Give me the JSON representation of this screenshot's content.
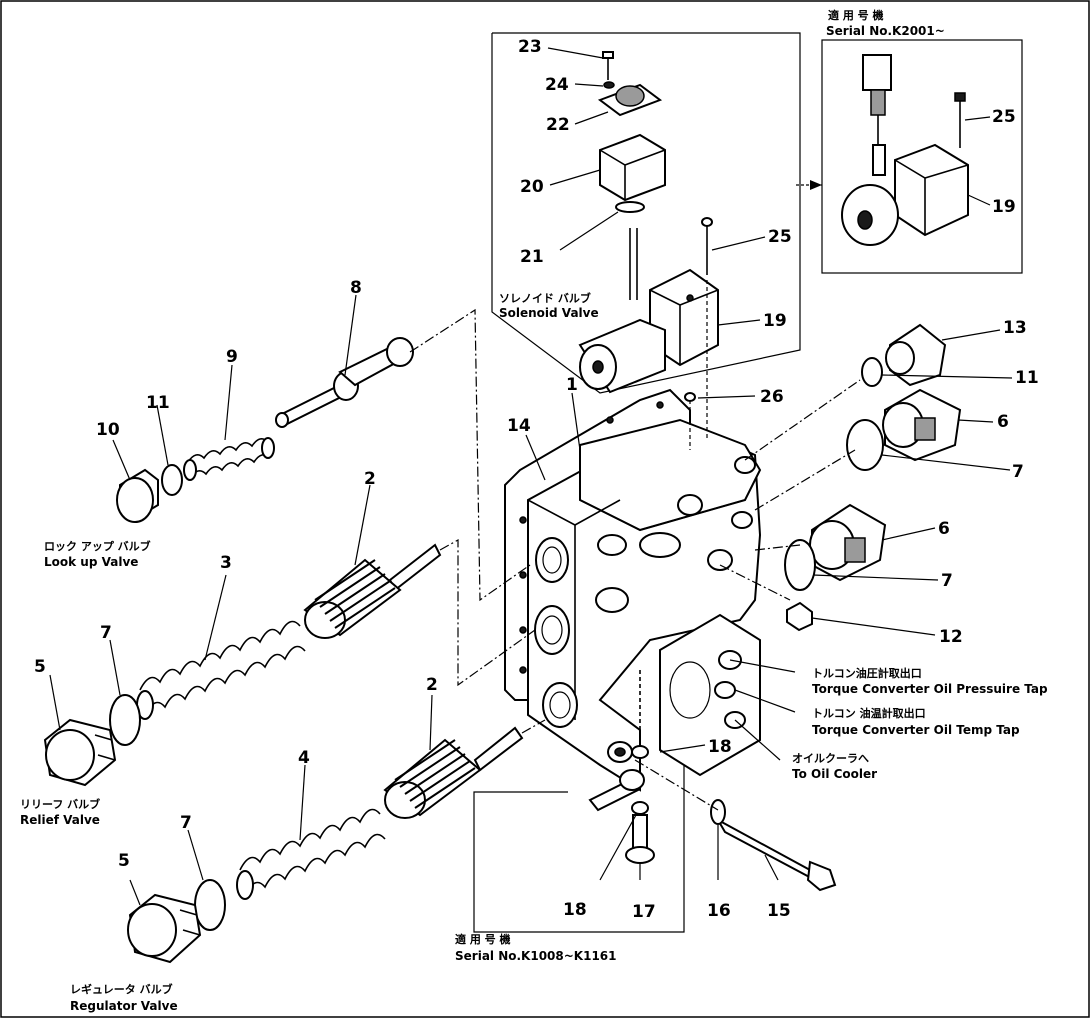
{
  "callouts": {
    "c23": "23",
    "c24": "24",
    "c22": "22",
    "c20": "20",
    "c21": "21",
    "c25a": "25",
    "c19a": "19",
    "c25b": "25",
    "c19b": "19",
    "c8": "8",
    "c9": "9",
    "c11a": "11",
    "c10": "10",
    "c13": "13",
    "c11b": "11",
    "c26": "26",
    "c14": "14",
    "c1": "1",
    "c6a": "6",
    "c7a": "7",
    "c2a": "2",
    "c3": "3",
    "c6b": "6",
    "c7b": "7",
    "c12": "12",
    "c7c": "7",
    "c5a": "5",
    "c2b": "2",
    "c18a": "18",
    "c4": "4",
    "c7d": "7",
    "c5b": "5",
    "c18b": "18",
    "c17": "17",
    "c16": "16",
    "c15": "15"
  },
  "labels": {
    "serial_top_jp": "適 用 号 機",
    "serial_top_en": "Serial No.K2001~",
    "solenoid_jp": "ソレノイド バルブ",
    "solenoid_en": "Solenoid Valve",
    "lockup_jp": "ロック アップ バルブ",
    "lockup_en": "Look up Valve",
    "relief_jp": "リリーフ バルブ",
    "relief_en": "Relief Valve",
    "regulator_jp": "レギュレータ バルブ",
    "regulator_en": "Regulator Valve",
    "tc_pressure_jp": "トルコン油圧計取出口",
    "tc_pressure_en": "Torque Converter Oil Pressuire Tap",
    "tc_temp_jp": "トルコン 油温計取出口",
    "tc_temp_en": "Torque Converter Oil Temp Tap",
    "cooler_jp": "オイルクーラへ",
    "cooler_en": "To Oil Cooler",
    "serial_bottom_jp": "適 用 号 機",
    "serial_bottom_en": "Serial No.K1008~K1161"
  }
}
